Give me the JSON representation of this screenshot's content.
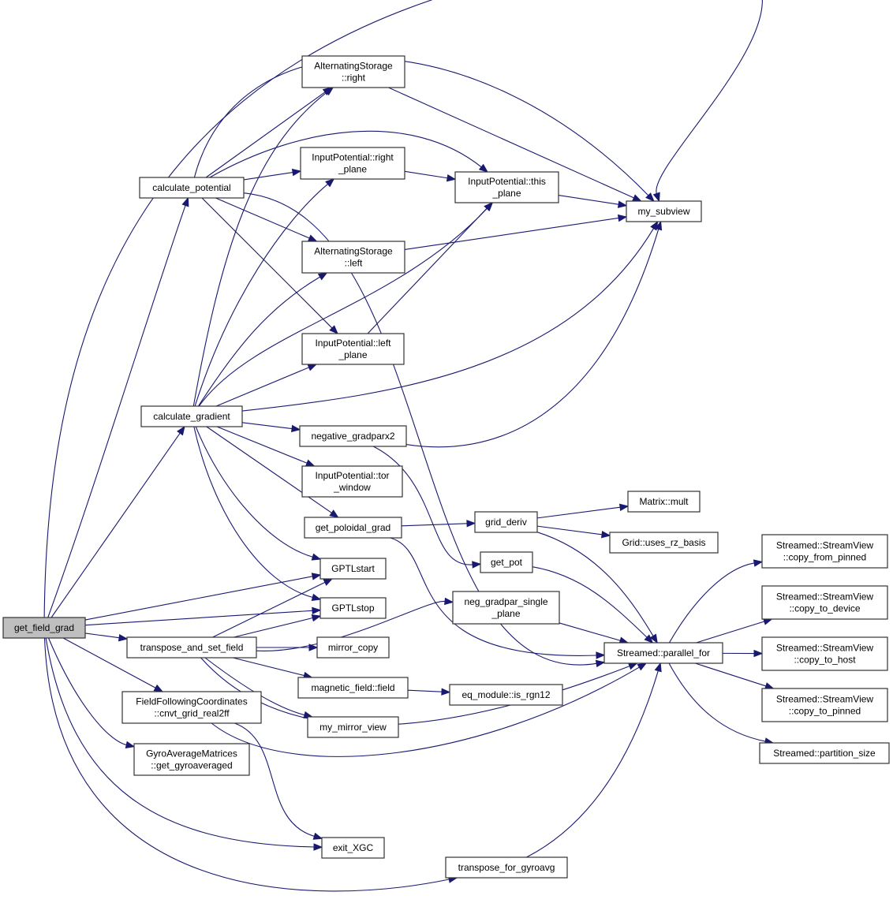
{
  "diagram": {
    "type": "call-graph",
    "root": "get_field_grad",
    "colors": {
      "edge": "#191970",
      "node_border": "#333333",
      "node_fill": "#ffffff",
      "root_fill": "#bfbfbf"
    },
    "nodes": [
      {
        "id": "get_field_grad",
        "lines": [
          "get_field_grad"
        ],
        "root": true
      },
      {
        "id": "calculate_potential",
        "lines": [
          "calculate_potential"
        ]
      },
      {
        "id": "calculate_gradient",
        "lines": [
          "calculate_gradient"
        ]
      },
      {
        "id": "transpose_and_set_field",
        "lines": [
          "transpose_and_set_field"
        ]
      },
      {
        "id": "ffc_cnvt",
        "lines": [
          "FieldFollowingCoordinates",
          "::cnvt_grid_real2ff"
        ]
      },
      {
        "id": "gyro_get",
        "lines": [
          "GyroAverageMatrices",
          "::get_gyroaveraged"
        ]
      },
      {
        "id": "as_right",
        "lines": [
          "AlternatingStorage",
          "::right"
        ]
      },
      {
        "id": "ip_right_plane",
        "lines": [
          "InputPotential::right",
          "_plane"
        ]
      },
      {
        "id": "as_left",
        "lines": [
          "AlternatingStorage",
          "::left"
        ]
      },
      {
        "id": "ip_left_plane",
        "lines": [
          "InputPotential::left",
          "_plane"
        ]
      },
      {
        "id": "negative_gradparx2",
        "lines": [
          "negative_gradparx2"
        ]
      },
      {
        "id": "ip_tor_window",
        "lines": [
          "InputPotential::tor",
          "_window"
        ]
      },
      {
        "id": "get_poloidal_grad",
        "lines": [
          "get_poloidal_grad"
        ]
      },
      {
        "id": "GPTLstart",
        "lines": [
          "GPTLstart"
        ]
      },
      {
        "id": "GPTLstop",
        "lines": [
          "GPTLstop"
        ]
      },
      {
        "id": "mirror_copy",
        "lines": [
          "mirror_copy"
        ]
      },
      {
        "id": "mf_field",
        "lines": [
          "magnetic_field::field"
        ]
      },
      {
        "id": "my_mirror_view",
        "lines": [
          "my_mirror_view"
        ]
      },
      {
        "id": "exit_XGC",
        "lines": [
          "exit_XGC"
        ]
      },
      {
        "id": "transpose_for_gyroavg",
        "lines": [
          "transpose_for_gyroavg"
        ]
      },
      {
        "id": "ip_this_plane",
        "lines": [
          "InputPotential::this",
          "_plane"
        ]
      },
      {
        "id": "my_subview",
        "lines": [
          "my_subview"
        ]
      },
      {
        "id": "grid_deriv",
        "lines": [
          "grid_deriv"
        ]
      },
      {
        "id": "get_pot",
        "lines": [
          "get_pot"
        ]
      },
      {
        "id": "neg_gradpar_single_plane",
        "lines": [
          "neg_gradpar_single",
          "_plane"
        ]
      },
      {
        "id": "eq_is_rgn12",
        "lines": [
          "eq_module::is_rgn12"
        ]
      },
      {
        "id": "matrix_mult",
        "lines": [
          "Matrix::mult"
        ]
      },
      {
        "id": "grid_uses_rz",
        "lines": [
          "Grid::uses_rz_basis"
        ]
      },
      {
        "id": "parallel_for",
        "lines": [
          "Streamed::parallel_for"
        ]
      },
      {
        "id": "sv_copy_from_pinned",
        "lines": [
          "Streamed::StreamView",
          "::copy_from_pinned"
        ]
      },
      {
        "id": "sv_copy_to_device",
        "lines": [
          "Streamed::StreamView",
          "::copy_to_device"
        ]
      },
      {
        "id": "sv_copy_to_host",
        "lines": [
          "Streamed::StreamView",
          "::copy_to_host"
        ]
      },
      {
        "id": "sv_copy_to_pinned",
        "lines": [
          "Streamed::StreamView",
          "::copy_to_pinned"
        ]
      },
      {
        "id": "partition_size",
        "lines": [
          "Streamed::partition_size"
        ]
      }
    ],
    "edges": [
      [
        "get_field_grad",
        "calculate_potential"
      ],
      [
        "get_field_grad",
        "calculate_gradient"
      ],
      [
        "get_field_grad",
        "my_subview"
      ],
      [
        "get_field_grad",
        "GPTLstart"
      ],
      [
        "get_field_grad",
        "GPTLstop"
      ],
      [
        "get_field_grad",
        "transpose_and_set_field"
      ],
      [
        "get_field_grad",
        "ffc_cnvt"
      ],
      [
        "get_field_grad",
        "gyro_get"
      ],
      [
        "get_field_grad",
        "exit_XGC"
      ],
      [
        "get_field_grad",
        "transpose_for_gyroavg"
      ],
      [
        "calculate_potential",
        "as_right"
      ],
      [
        "calculate_potential",
        "ip_right_plane"
      ],
      [
        "calculate_potential",
        "ip_this_plane"
      ],
      [
        "calculate_potential",
        "my_subview"
      ],
      [
        "calculate_potential",
        "as_left"
      ],
      [
        "calculate_potential",
        "ip_left_plane"
      ],
      [
        "calculate_potential",
        "parallel_for"
      ],
      [
        "calculate_gradient",
        "as_right"
      ],
      [
        "calculate_gradient",
        "ip_right_plane"
      ],
      [
        "calculate_gradient",
        "ip_this_plane"
      ],
      [
        "calculate_gradient",
        "as_left"
      ],
      [
        "calculate_gradient",
        "ip_left_plane"
      ],
      [
        "calculate_gradient",
        "my_subview"
      ],
      [
        "calculate_gradient",
        "negative_gradparx2"
      ],
      [
        "calculate_gradient",
        "ip_tor_window"
      ],
      [
        "calculate_gradient",
        "get_poloidal_grad"
      ],
      [
        "calculate_gradient",
        "GPTLstart"
      ],
      [
        "calculate_gradient",
        "GPTLstop"
      ],
      [
        "as_right",
        "my_subview"
      ],
      [
        "ip_right_plane",
        "ip_this_plane"
      ],
      [
        "ip_this_plane",
        "my_subview"
      ],
      [
        "as_left",
        "my_subview"
      ],
      [
        "ip_left_plane",
        "ip_this_plane"
      ],
      [
        "negative_gradparx2",
        "my_subview"
      ],
      [
        "negative_gradparx2",
        "get_pot"
      ],
      [
        "get_poloidal_grad",
        "grid_deriv"
      ],
      [
        "get_poloidal_grad",
        "parallel_for"
      ],
      [
        "grid_deriv",
        "matrix_mult"
      ],
      [
        "grid_deriv",
        "grid_uses_rz"
      ],
      [
        "grid_deriv",
        "parallel_for"
      ],
      [
        "get_pot",
        "parallel_for"
      ],
      [
        "neg_gradpar_single_plane",
        "parallel_for"
      ],
      [
        "transpose_and_set_field",
        "GPTLstart"
      ],
      [
        "transpose_and_set_field",
        "GPTLstop"
      ],
      [
        "transpose_and_set_field",
        "mirror_copy"
      ],
      [
        "transpose_and_set_field",
        "mf_field"
      ],
      [
        "transpose_and_set_field",
        "my_mirror_view"
      ],
      [
        "transpose_and_set_field",
        "parallel_for"
      ],
      [
        "transpose_and_set_field",
        "neg_gradpar_single_plane"
      ],
      [
        "mf_field",
        "eq_is_rgn12"
      ],
      [
        "ffc_cnvt",
        "exit_XGC"
      ],
      [
        "ffc_cnvt",
        "parallel_for"
      ],
      [
        "transpose_for_gyroavg",
        "parallel_for"
      ],
      [
        "parallel_for",
        "sv_copy_from_pinned"
      ],
      [
        "parallel_for",
        "sv_copy_to_device"
      ],
      [
        "parallel_for",
        "sv_copy_to_host"
      ],
      [
        "parallel_for",
        "sv_copy_to_pinned"
      ],
      [
        "parallel_for",
        "partition_size"
      ]
    ]
  }
}
